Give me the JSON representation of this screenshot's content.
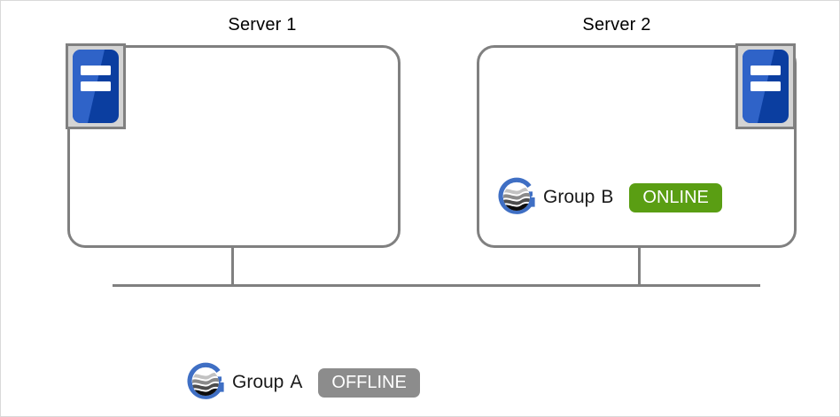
{
  "diagram": {
    "servers": [
      {
        "id": "server-1",
        "title": "Server 1",
        "icon": "server-chassis-icon"
      },
      {
        "id": "server-2",
        "title": "Server 2",
        "icon": "server-chassis-icon"
      }
    ],
    "groups": [
      {
        "id": "group-b",
        "name_part_1": "Group",
        "name_part_2": "B",
        "status": "ONLINE",
        "status_color": "#5a9e13",
        "logo": "group-g-logo-icon",
        "location": "server-2"
      },
      {
        "id": "group-a",
        "name_part_1": "Group",
        "name_part_2": "A",
        "status": "OFFLINE",
        "status_color": "#8c8c8c",
        "logo": "group-g-logo-icon",
        "location": "network"
      }
    ],
    "colors": {
      "outline": "#808080",
      "icon_body_light": "#2f63c8",
      "icon_body_dark": "#0b3ea0",
      "icon_frame": "#d4d4d4",
      "logo_ring": "#3f6fc4",
      "page_border": "#d9d9d9"
    }
  }
}
